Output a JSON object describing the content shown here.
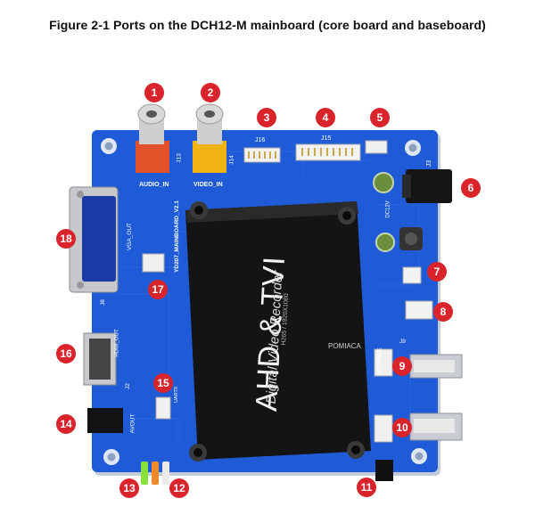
{
  "caption": "Figure 2-1 Ports on the DCH12-M mainboard (core board and baseboard)",
  "colors": {
    "pcb_blue": "#1f5bd6",
    "callout_red": "#d8242a",
    "module_black": "#141414"
  },
  "board_labels": {
    "audio_in": "AUDIO_IN",
    "video_in": "VIDEO_IN",
    "j13": "J13",
    "j14": "J14",
    "j16": "J16",
    "j15": "J15",
    "j3": "J3",
    "dc12v": "DC12V",
    "vga_out": "VGA_OUT",
    "mainboard": "YD207_MAINBOARD_V2.1",
    "hdmi_out": "HDMI_OUT",
    "avout": "AVOUT",
    "j2": "J2",
    "j8": "J8",
    "storage": "STORAGE",
    "j9": "J9",
    "uart": "UART0",
    "watermark": "POMIACA"
  },
  "module": {
    "title": "AHD & TVI",
    "subtitle": "Digital Video Recorder",
    "spec": "H265 / 1920X1080"
  },
  "callouts": [
    "1",
    "2",
    "3",
    "4",
    "5",
    "6",
    "7",
    "8",
    "9",
    "10",
    "11",
    "12",
    "13",
    "14",
    "15",
    "16",
    "17",
    "18"
  ]
}
